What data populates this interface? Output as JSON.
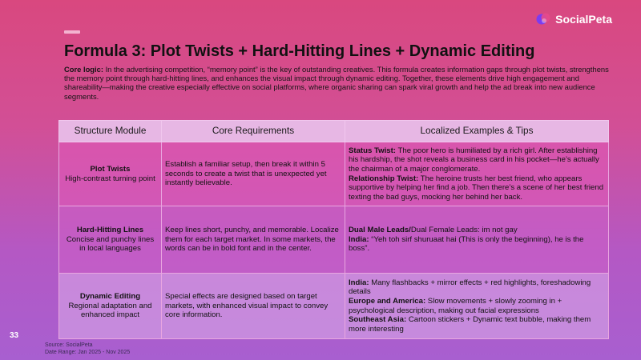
{
  "brand": {
    "name": "SocialPeta",
    "accent": "#f3b3d0"
  },
  "title": "Formula 3: Plot Twists + Hard-Hitting Lines + Dynamic Editing",
  "core_logic": {
    "label": "Core logic:",
    "text": " In the advertising competition, “memory point” is the key of outstanding creatives. This formula creates information gaps through plot twists, strengthens the memory point through hard-hitting lines, and enhances the visual impact through dynamic editing. Together, these elements drive high engagement and shareability—making the creative especially effective on social platforms, where organic sharing can spark viral growth and help the ad break into new audience segments."
  },
  "table": {
    "headers": [
      "Structure Module",
      "Core Requirements",
      "Localized Examples & Tips"
    ],
    "rows": [
      {
        "module": "Plot Twists",
        "module_sub": "High-contrast turning point",
        "requirements": "Establish a familiar setup, then break it within 5 seconds to create a twist that is unexpected yet instantly believable.",
        "tips": [
          {
            "label": "Status Twist:",
            "text": " The poor hero is humiliated by a rich girl. After establishing his hardship, the shot reveals a business card in his pocket—he’s actually the chairman of a major conglomerate."
          },
          {
            "label": "Relationship Twist:",
            "text": " The heroine trusts her best friend, who appears supportive by helping her find a job. Then there’s a scene of her best friend texting the bad guys, mocking her behind her back."
          }
        ]
      },
      {
        "module": "Hard-Hitting Lines",
        "module_sub": "Concise and punchy lines in local languages",
        "requirements": "Keep lines short, punchy, and memorable. Localize them for each target market. In some markets, the words can be in bold font and in the center.",
        "tips": [
          {
            "label": "Dual Male Leads/",
            "text": "Dual Female Leads: im not gay"
          },
          {
            "label": "India:",
            "text": " “Yeh toh sirf shuruaat hai (This is only the beginning), he is the boss”."
          }
        ]
      },
      {
        "module": "Dynamic Editing",
        "module_sub": "Regional adaptation and enhanced impact",
        "requirements": "Special effects are designed based on target markets, with enhanced visual impact to convey core information.",
        "tips": [
          {
            "label": "India:",
            "text": " Many flashbacks + mirror effects + red highlights, foreshadowing details"
          },
          {
            "label": "Europe and America:",
            "text": " Slow movements + slowly zooming in + psychological description, making out facial expressions"
          },
          {
            "label": "Southeast Asia:",
            "text": " Cartoon stickers + Dynamic text bubble, making them more interesting"
          }
        ]
      }
    ]
  },
  "footer": {
    "page_number": "33",
    "source": "Source: SocialPeta",
    "date_range": "Date Range: Jan 2025 - Nov 2025"
  }
}
